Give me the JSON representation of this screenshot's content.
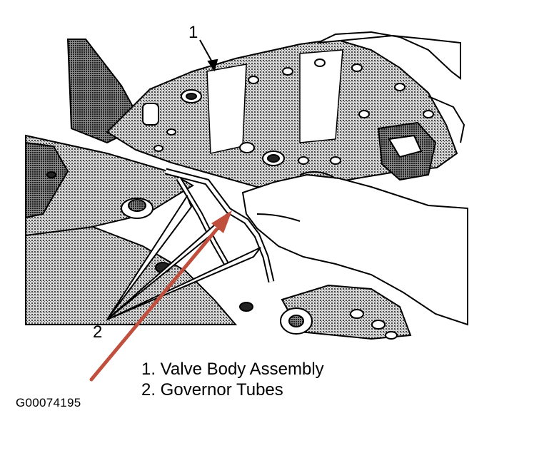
{
  "callouts": {
    "one": "1",
    "two": "2"
  },
  "legend": [
    "1. Valve Body Assembly",
    "2. Governor Tubes"
  ],
  "figure_id": "G00074195",
  "colors": {
    "line": "#000000",
    "shade": "#9a9a9a",
    "pointer_arrow": "#c0503d"
  }
}
